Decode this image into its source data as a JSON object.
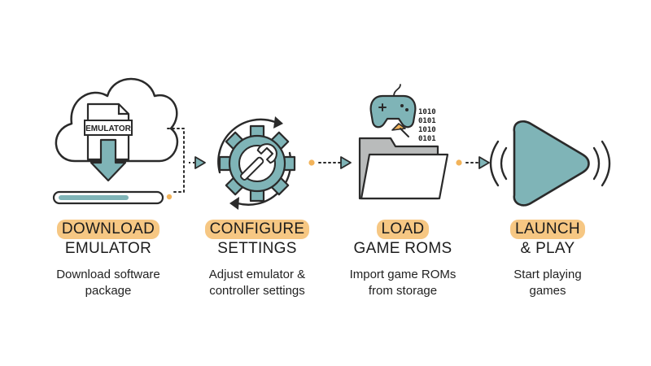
{
  "icons": {
    "download": "cloud-download-icon",
    "configure": "gear-wrench-icon",
    "load": "folder-gamepad-icon",
    "launch": "play-icon"
  },
  "colors": {
    "accent": "#7fb4b7",
    "highlight": "#f6c783",
    "outline": "#2a2a2a",
    "folder_back": "#b9bbbb"
  },
  "emulator_tag": "EMULATOR",
  "binary": [
    "1010",
    "0101",
    "1010",
    "0101"
  ],
  "steps": [
    {
      "title_highlight": "DOWNLOAD",
      "title_rest": "EMULATOR",
      "desc1": "Download software",
      "desc2": "package"
    },
    {
      "title_highlight": "CONFIGURE",
      "title_rest": "SETTINGS",
      "desc1": "Adjust emulator &",
      "desc2": "controller settings"
    },
    {
      "title_highlight": "LOAD",
      "title_rest": "GAME ROMS",
      "desc1": "Import game ROMs",
      "desc2": "from storage"
    },
    {
      "title_highlight": "LAUNCH",
      "title_rest": "& PLAY",
      "desc1": "Start playing",
      "desc2": "games"
    }
  ]
}
